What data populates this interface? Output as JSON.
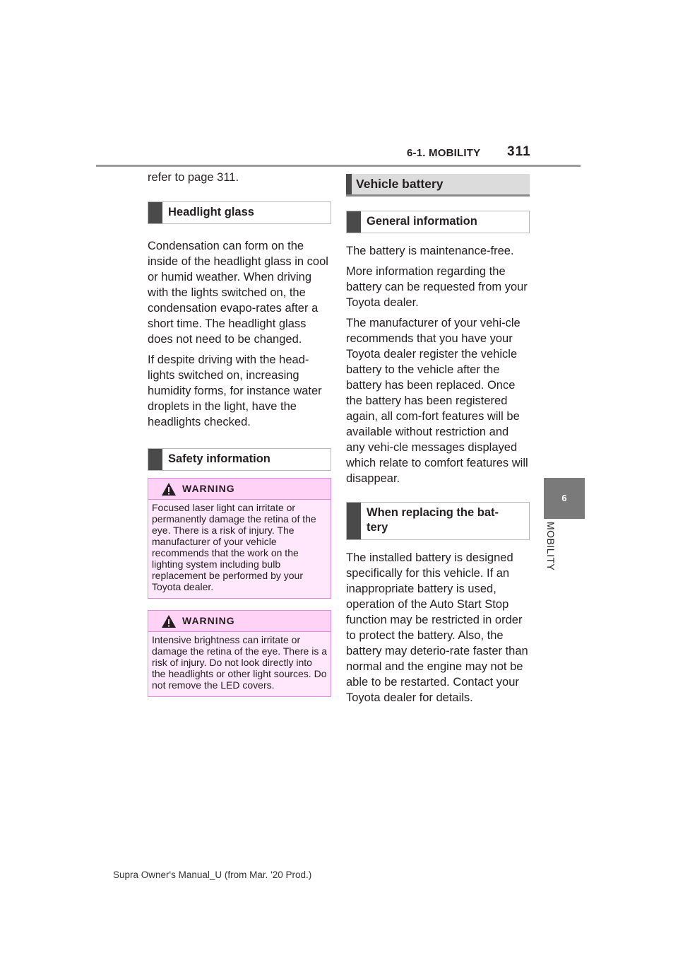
{
  "header": {
    "section": "6-1. MOBILITY",
    "page_number": "311"
  },
  "side_tab": {
    "number": "6",
    "label": "MOBILITY"
  },
  "left": {
    "intro": "refer to page 311.",
    "headlight_glass": {
      "title": "Headlight glass",
      "para1": "Condensation can form on the inside of the headlight glass in cool or humid weather. When driving with the lights switched on, the condensation evapo-rates after a short time. The headlight glass does not need to be changed.",
      "para2": "If despite driving with the head-lights switched on, increasing humidity forms, for instance water droplets in the light, have the headlights checked."
    },
    "safety": {
      "title": "Safety information",
      "warning1": {
        "label": "WARNING",
        "text": "Focused laser light can irritate or permanently damage the retina of the eye. There is a risk of injury. The manufacturer of your vehicle recommends that the work on the lighting system including bulb replacement be performed by your Toyota dealer."
      },
      "warning2": {
        "label": "WARNING",
        "text": "Intensive brightness can irritate or damage the retina of the eye. There is a risk of injury. Do not look directly into the headlights or other light sources. Do not remove the LED covers."
      }
    }
  },
  "right": {
    "title": "Vehicle battery",
    "general": {
      "title": "General information",
      "para1": "The battery is maintenance-free.",
      "para2": "More information regarding the battery can be requested from your Toyota dealer.",
      "para3": "The manufacturer of your vehi-cle recommends that you have your Toyota dealer register the vehicle battery to the vehicle after the battery has been replaced. Once the battery has been registered again, all com-fort features will be available without restriction and any vehi-cle messages displayed which relate to comfort features will disappear."
    },
    "replacing": {
      "title": "When replacing the bat-tery",
      "para1": "The installed battery is designed specifically for this vehicle. If an inappropriate battery is used, operation of the Auto Start Stop function may be restricted in order to protect the battery. Also, the battery may deterio-rate faster than normal and the engine may not be able to be restarted. Contact your Toyota dealer for details."
    }
  },
  "footer": {
    "text": "Supra Owner's Manual_U (from Mar. '20 Prod.)"
  }
}
